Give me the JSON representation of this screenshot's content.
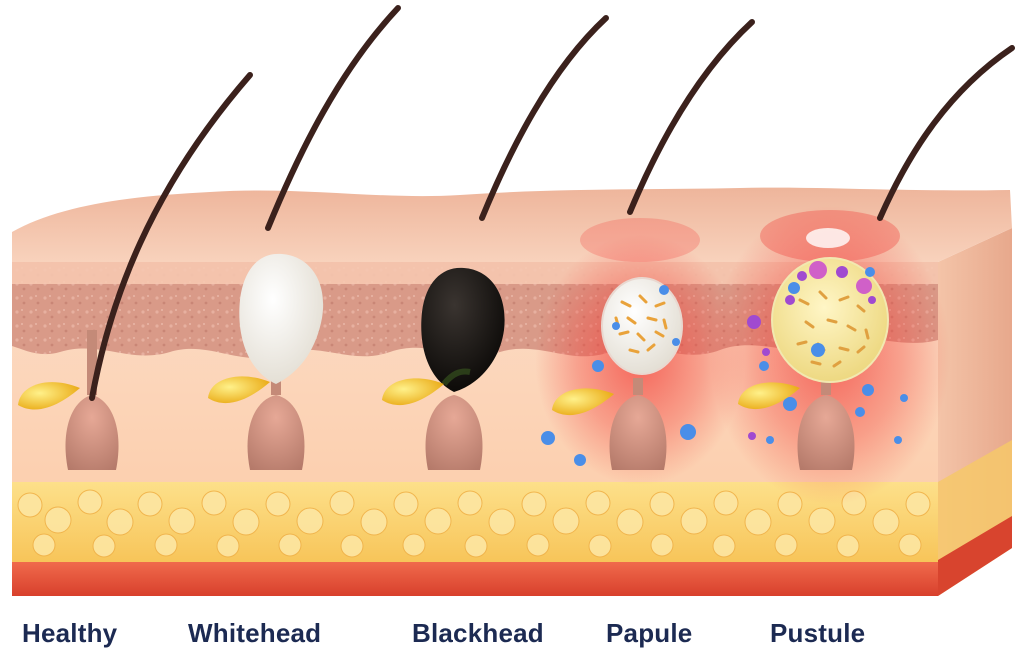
{
  "labels": {
    "healthy": "Healthy",
    "whitehead": "Whitehead",
    "blackhead": "Blackhead",
    "papule": "Papule",
    "pustule": "Pustule"
  },
  "colors": {
    "skin_surface": "#f2c2a6",
    "epidermis": "#d99a88",
    "dermis": "#fbd8bf",
    "fat": "#fbd06a",
    "muscle": "#e9513a",
    "hair": "#3b211c",
    "sebum": "#f2c21a",
    "whitehead_plug": "#f5f2ea",
    "blackhead_plug": "#151310",
    "inflammation": "#f2403a",
    "bacteria_blue": "#4a8ee8",
    "bacteria_purple": "#a04ad0",
    "pus": "#f7ecaa",
    "label_text": "#1c2a52"
  }
}
